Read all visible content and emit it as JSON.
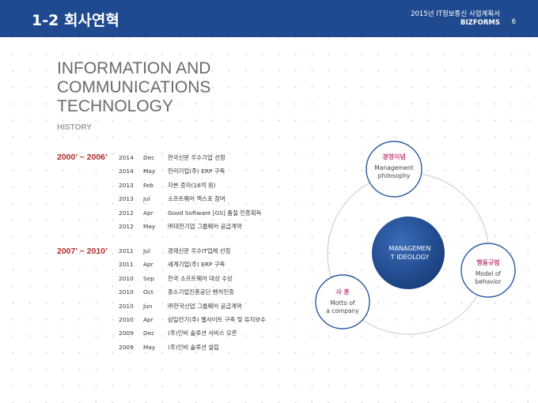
{
  "header": {
    "title": "1-2 회사연혁",
    "doc_title": "2015년 IT정보통신 사업계획서",
    "brand": "BIZFORMS",
    "page_number": "6"
  },
  "main": {
    "title_line1": "INFORMATION AND",
    "title_line2": "COMMUNICATIONS",
    "title_line3": "TECHNOLOGY",
    "subtitle": "HISTORY"
  },
  "history": {
    "period1": {
      "label": "2000’ ~ 2006’",
      "rows": [
        {
          "year": "2014",
          "month": "Dec",
          "text": "한국신문 우수기업 선정"
        },
        {
          "year": "2014",
          "month": "May",
          "text": "한리기업(주) ERP 구축"
        },
        {
          "year": "2013",
          "month": "Feb",
          "text": "자본 증자(16억 원)"
        },
        {
          "year": "2013",
          "month": "Jul",
          "text": "소프트웨어 엑스포 참여"
        },
        {
          "year": "2012",
          "month": "Apr",
          "text": "Good Software [GS] 품질 인증획득"
        },
        {
          "year": "2012",
          "month": "May",
          "text": "㈜대한기업 그룹웨어 공급계약"
        }
      ]
    },
    "period2": {
      "label": "2007’ ~ 2010’",
      "rows": [
        {
          "year": "2011",
          "month": "Jul",
          "text": "경제신문 우수IT업체 선정"
        },
        {
          "year": "2011",
          "month": "Apr",
          "text": "세계기업(주) ERP 구축"
        },
        {
          "year": "2010",
          "month": "Sep",
          "text": "한국 소프트웨어 대상 수상"
        },
        {
          "year": "2010",
          "month": "Oct",
          "text": "중소기업진흥공단 벤처인증"
        },
        {
          "year": "2010",
          "month": "Jun",
          "text": "㈜한국산업 그룹웨어 공급계약"
        },
        {
          "year": "2010",
          "month": "Apr",
          "text": "삼일전기(주) 웹사이트 구축 및 유지보수"
        },
        {
          "year": "2009",
          "month": "Dec",
          "text": "(주)인비 솔루션 서비스 오픈"
        },
        {
          "year": "2009",
          "month": "May",
          "text": "(주)인비 솔루션 설립"
        }
      ]
    }
  },
  "diagram": {
    "center": {
      "line1": "MANAGEMEN",
      "line2": "T IDEOLOGY"
    },
    "top": {
      "title": "경영이념",
      "line1": "Management",
      "line2": "philosophy"
    },
    "right": {
      "title": "행동규범",
      "line1": "Model of",
      "line2": "behavior"
    },
    "left": {
      "title": "사 훈",
      "line1": "Motto of",
      "line2": "a company"
    }
  },
  "colors": {
    "header_bg": "#1f4a8f",
    "accent_red": "#b32d2d",
    "center_circle": "#1f4a8f",
    "node_title": "#c7497a"
  }
}
